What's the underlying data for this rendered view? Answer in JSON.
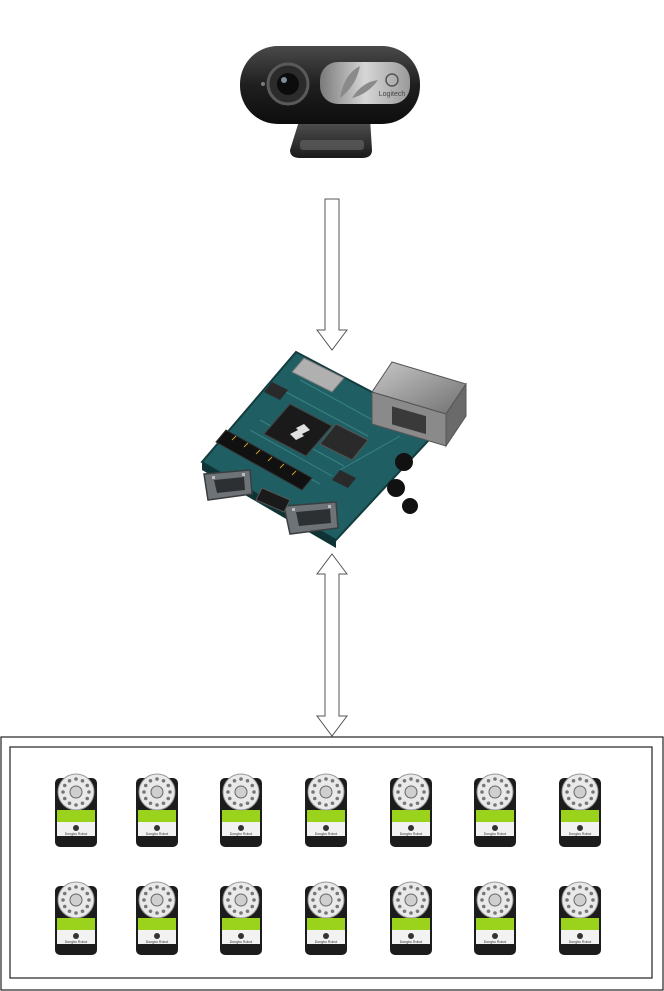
{
  "webcam": {
    "brand_text": "Logitech",
    "colors": {
      "body": "#2a2a2a",
      "bezel": "#b9b9b9",
      "base": "#3a3a3a"
    }
  },
  "board": {
    "chip_icon": "freescale-logo",
    "colors": {
      "pcb": "#1f5f63",
      "ethernet": "#9a9a9a"
    }
  },
  "connection_top": {
    "direction": "down"
  },
  "connection_bottom": {
    "direction": "both"
  },
  "servos": {
    "rows": 2,
    "per_row": 7,
    "label_text": "Dongbu Robot",
    "colors": {
      "body": "#1c1c1c",
      "label": "#9bd21c",
      "horn": "#e9e9e9"
    }
  }
}
